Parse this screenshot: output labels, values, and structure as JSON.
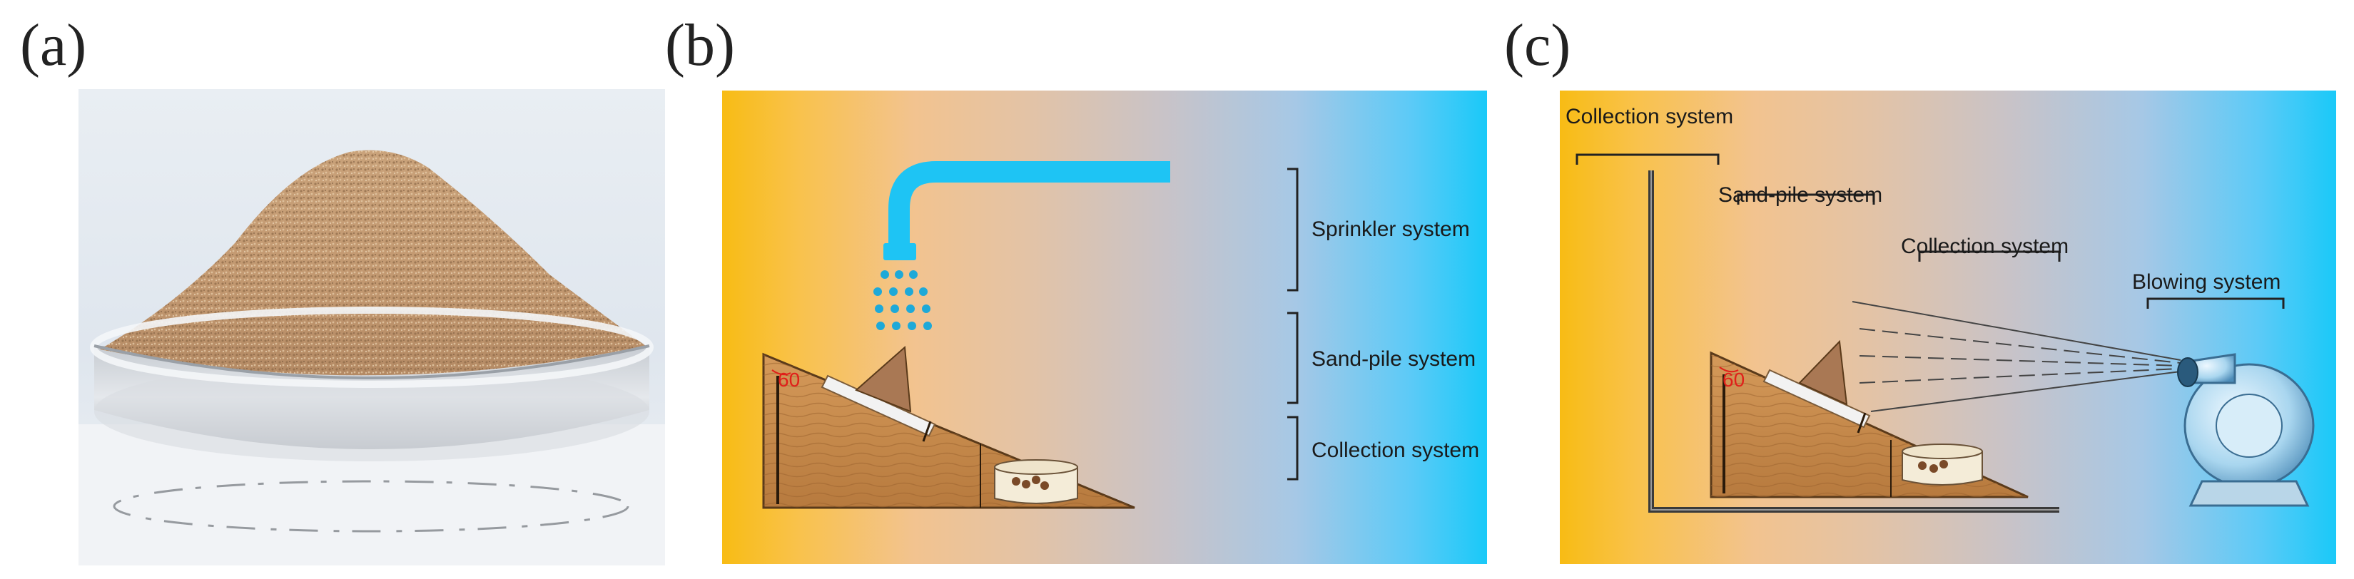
{
  "panels": {
    "a": {
      "letter": "(a)"
    },
    "b": {
      "letter": "(b)",
      "labels": {
        "sprinkler": "Sprinkler system",
        "sandpile": "Sand-pile system",
        "collection": "Collection system"
      },
      "angle": "60"
    },
    "c": {
      "letter": "(c)",
      "labels": {
        "collection_top": "Collection system",
        "sandpile": "Sand-pile system",
        "collection_mid": "Collection system",
        "blowing": "Blowing system"
      },
      "angle": "60"
    }
  },
  "colors": {
    "gradient_left": "#f8bc14",
    "gradient_right": "#1ac9f8",
    "pipe": "#1ec4f4",
    "angle_text": "#e0201a",
    "wood": "#c98a4a"
  }
}
